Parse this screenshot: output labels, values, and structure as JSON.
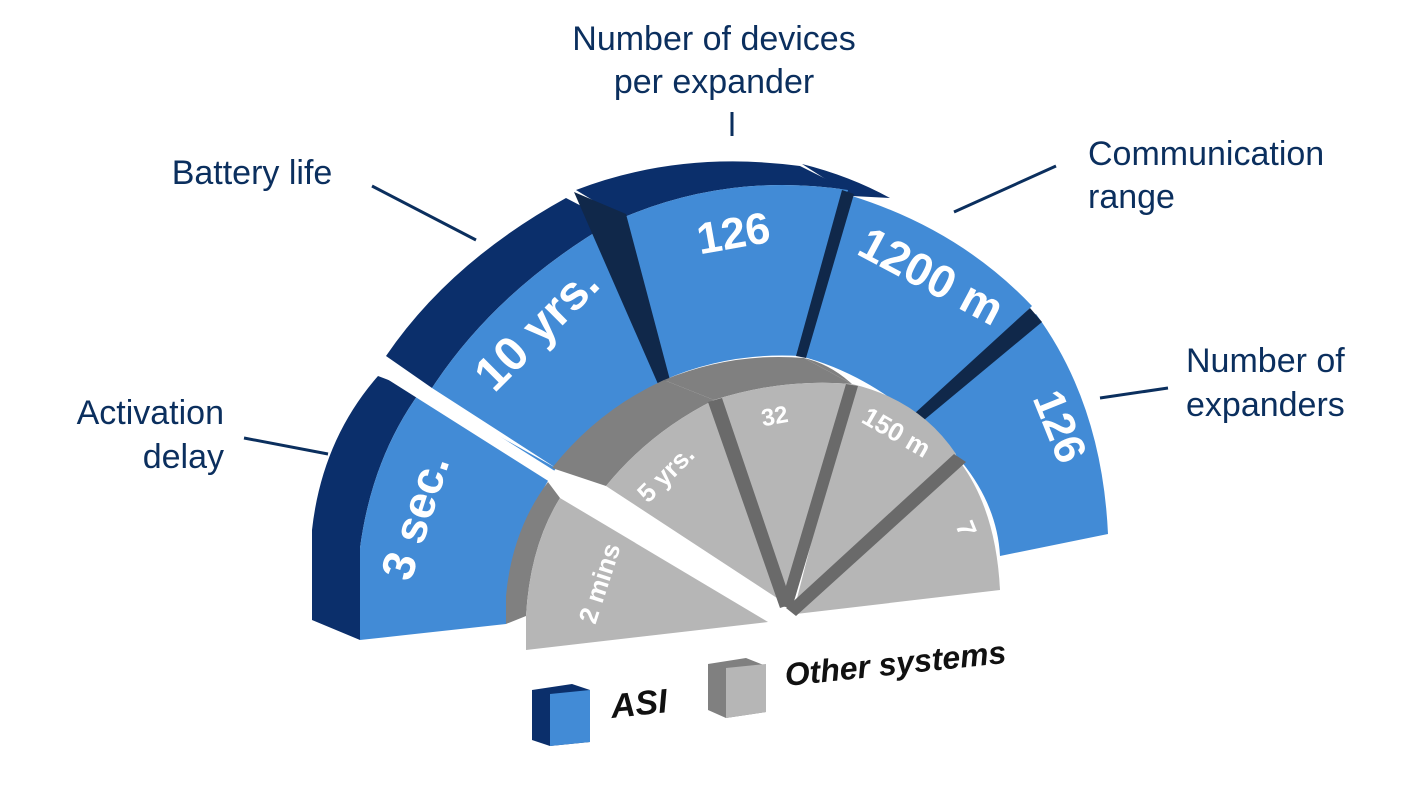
{
  "labels": {
    "activation": [
      "Activation",
      "delay"
    ],
    "battery": [
      "Battery life"
    ],
    "devices": [
      "Number of devices",
      "per expander"
    ],
    "range": [
      "Communication",
      "range"
    ],
    "expanders": [
      "Number of",
      "expanders"
    ]
  },
  "asi": {
    "activation": "3 sec.",
    "battery": "10 yrs.",
    "devices": "126",
    "range": "1200 m",
    "expanders": "126"
  },
  "other": {
    "activation": "2 mins",
    "battery": "5 yrs.",
    "devices": "32",
    "range": "150 m",
    "expanders": "7"
  },
  "legend": {
    "asi": "ASI",
    "other": "Other systems"
  },
  "colors": {
    "asi_face": "#428bd6",
    "asi_side": "#0b2f6b",
    "asi_gap": "#10284a",
    "other_face": "#b6b6b6",
    "other_side": "#808080",
    "other_gap": "#6a6a6a",
    "callout_line": "#0b2f5e",
    "callout_text": "#0b2f5e"
  }
}
